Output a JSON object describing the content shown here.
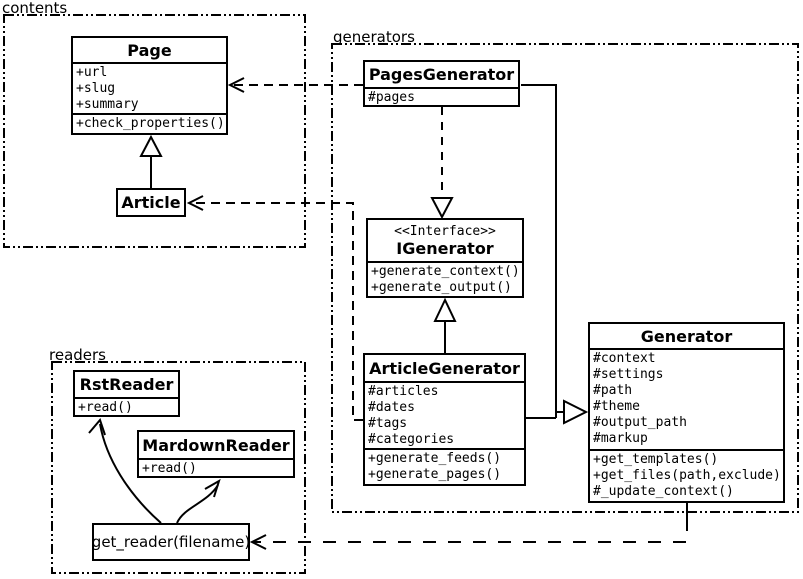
{
  "colors": {
    "background": "#ffffff",
    "line": "#000000",
    "box_fill": "#ffffff"
  },
  "packages": {
    "contents": {
      "label": "contents"
    },
    "generators": {
      "label": "generators"
    },
    "readers": {
      "label": "readers"
    }
  },
  "classes": {
    "page": {
      "name": "Page",
      "attributes": [
        "+url",
        "+slug",
        "+summary"
      ],
      "methods": [
        "+check_properties()"
      ]
    },
    "article": {
      "name": "Article"
    },
    "pages_generator": {
      "name": "PagesGenerator",
      "attributes": [
        "#pages"
      ]
    },
    "igenerator": {
      "stereotype": "<<Interface>>",
      "name": "IGenerator",
      "methods": [
        "+generate_context()",
        "+generate_output()"
      ]
    },
    "article_generator": {
      "name": "ArticleGenerator",
      "attributes": [
        "#articles",
        "#dates",
        "#tags",
        "#categories"
      ],
      "methods": [
        "+generate_feeds()",
        "+generate_pages()"
      ]
    },
    "generator": {
      "name": "Generator",
      "attributes": [
        "#context",
        "#settings",
        "#path",
        "#theme",
        "#output_path",
        "#markup"
      ],
      "methods": [
        "+get_templates()",
        "+get_files(path,exclude)",
        "#_update_context()"
      ]
    },
    "rst_reader": {
      "name": "RstReader",
      "methods": [
        "+read()"
      ]
    },
    "mardown_reader": {
      "name": "MardownReader",
      "methods": [
        "+read()"
      ]
    },
    "get_reader": {
      "label": "get_reader(filename)"
    }
  },
  "relationships": [
    {
      "from": "Article",
      "to": "Page",
      "type": "generalization"
    },
    {
      "from": "PagesGenerator",
      "to": "Page",
      "type": "dependency"
    },
    {
      "from": "ArticleGenerator",
      "to": "Article",
      "type": "dependency"
    },
    {
      "from": "PagesGenerator",
      "to": "IGenerator",
      "type": "realization"
    },
    {
      "from": "ArticleGenerator",
      "to": "IGenerator",
      "type": "generalization"
    },
    {
      "from": "PagesGenerator",
      "to": "Generator",
      "type": "generalization"
    },
    {
      "from": "ArticleGenerator",
      "to": "Generator",
      "type": "generalization"
    },
    {
      "from": "Generator",
      "to": "get_reader(filename)",
      "type": "dependency"
    },
    {
      "from": "get_reader(filename)",
      "to": "RstReader",
      "type": "arrow"
    },
    {
      "from": "get_reader(filename)",
      "to": "MardownReader",
      "type": "arrow"
    }
  ]
}
